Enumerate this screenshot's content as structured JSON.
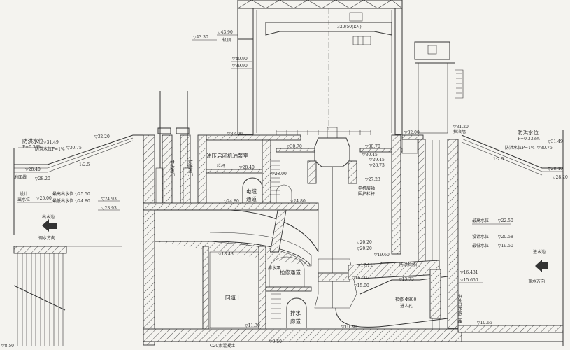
{
  "crane": {
    "capacity": "320/50(kN)"
  },
  "elevations": {
    "e4390": "▽43.90",
    "e4330": "▽43.30",
    "rail": "轨顶",
    "e4090": "▽40.90",
    "e3990": "▽39.90",
    "e3220": "▽32.20",
    "e3200": "▽32.00",
    "e3200r": "▽32.00",
    "e3120": "▽31.20",
    "e3070": "▽30.70",
    "e3070r": "▽30.70",
    "e3045": "▽30.45",
    "e2945": "▽29.45",
    "e2873": "▽28.73",
    "e2723": "▽27.23",
    "e2840": "▽28.40",
    "e2800": "▽28.00",
    "e2480": "▽24.80",
    "e2480b": "▽24.80",
    "e2020a": "▽20.20",
    "e2020b": "▽20.20",
    "e1960": "▽19.60",
    "e1843": "▽18.43",
    "e1711": "▽17.11",
    "e1600": "▽16.00",
    "e1500": "▽15.00",
    "e1373": "▽13.73",
    "e1643": "▽16.431",
    "e1565": "▽15.650",
    "e1130": "▽11.30",
    "e1030": "▽10.30",
    "e950": "▽9.50",
    "e1065": "▽10.65",
    "e850": "▽8.50"
  },
  "left_bank": {
    "flood_label": "防洪水位",
    "flood_p": "P=0.33%",
    "flood_val": "▽31.49",
    "flood2": "防洪水位P=1%",
    "flood2_val": "▽30.75",
    "crest": "▽28.40",
    "ground": "地面线",
    "ground_val": "▽28.20",
    "slope": "1:2.5",
    "design": "设计",
    "design2": "出水位",
    "design_val": "▽25.00",
    "max": "最高出水位",
    "max_val": "▽25.50",
    "min": "最低出水位",
    "min_val": "▽24.80",
    "lvl1": "▽24.93",
    "lvl2": "▽23.93",
    "outlet": "出水池",
    "flow_dir": "调水方向"
  },
  "right_bank": {
    "flood_label": "防洪水位",
    "flood_p": "P=0.333%",
    "flood_val": "▽31.49",
    "flood2": "防洪水位P=1%",
    "flood2_val": "▽30.75",
    "crest": "▽28.40",
    "ground_val": "▽28.20",
    "slope": "1:2.5",
    "wall": "挡浪墙",
    "max": "最高水位",
    "max_val": "▽22.50",
    "design": "设计水位",
    "design_val": "▽20.58",
    "min": "最低水位",
    "min_val": "▽19.50",
    "inlet": "进水池",
    "flow_dir": "调水方向"
  },
  "rooms": {
    "oil_pump": "油压启闭机油泵室",
    "railing": "栏杆",
    "cable1": "电缆",
    "cable2": "通道",
    "motor_guard1": "电机层轴",
    "motor_guard2": "围护栏杆",
    "backfill": "回填土",
    "pump": "排水泵",
    "maint": "检修通道",
    "drain1": "排水",
    "drain2": "廊道",
    "manhole1": "检修 Φ800",
    "manhole2": "进人孔",
    "flood_gate": "防洪检修门",
    "gate1": "事故闸门",
    "gate2": "快速闸门",
    "intake_slot": "进水口检修门槽",
    "concrete": "C20素混凝土"
  }
}
